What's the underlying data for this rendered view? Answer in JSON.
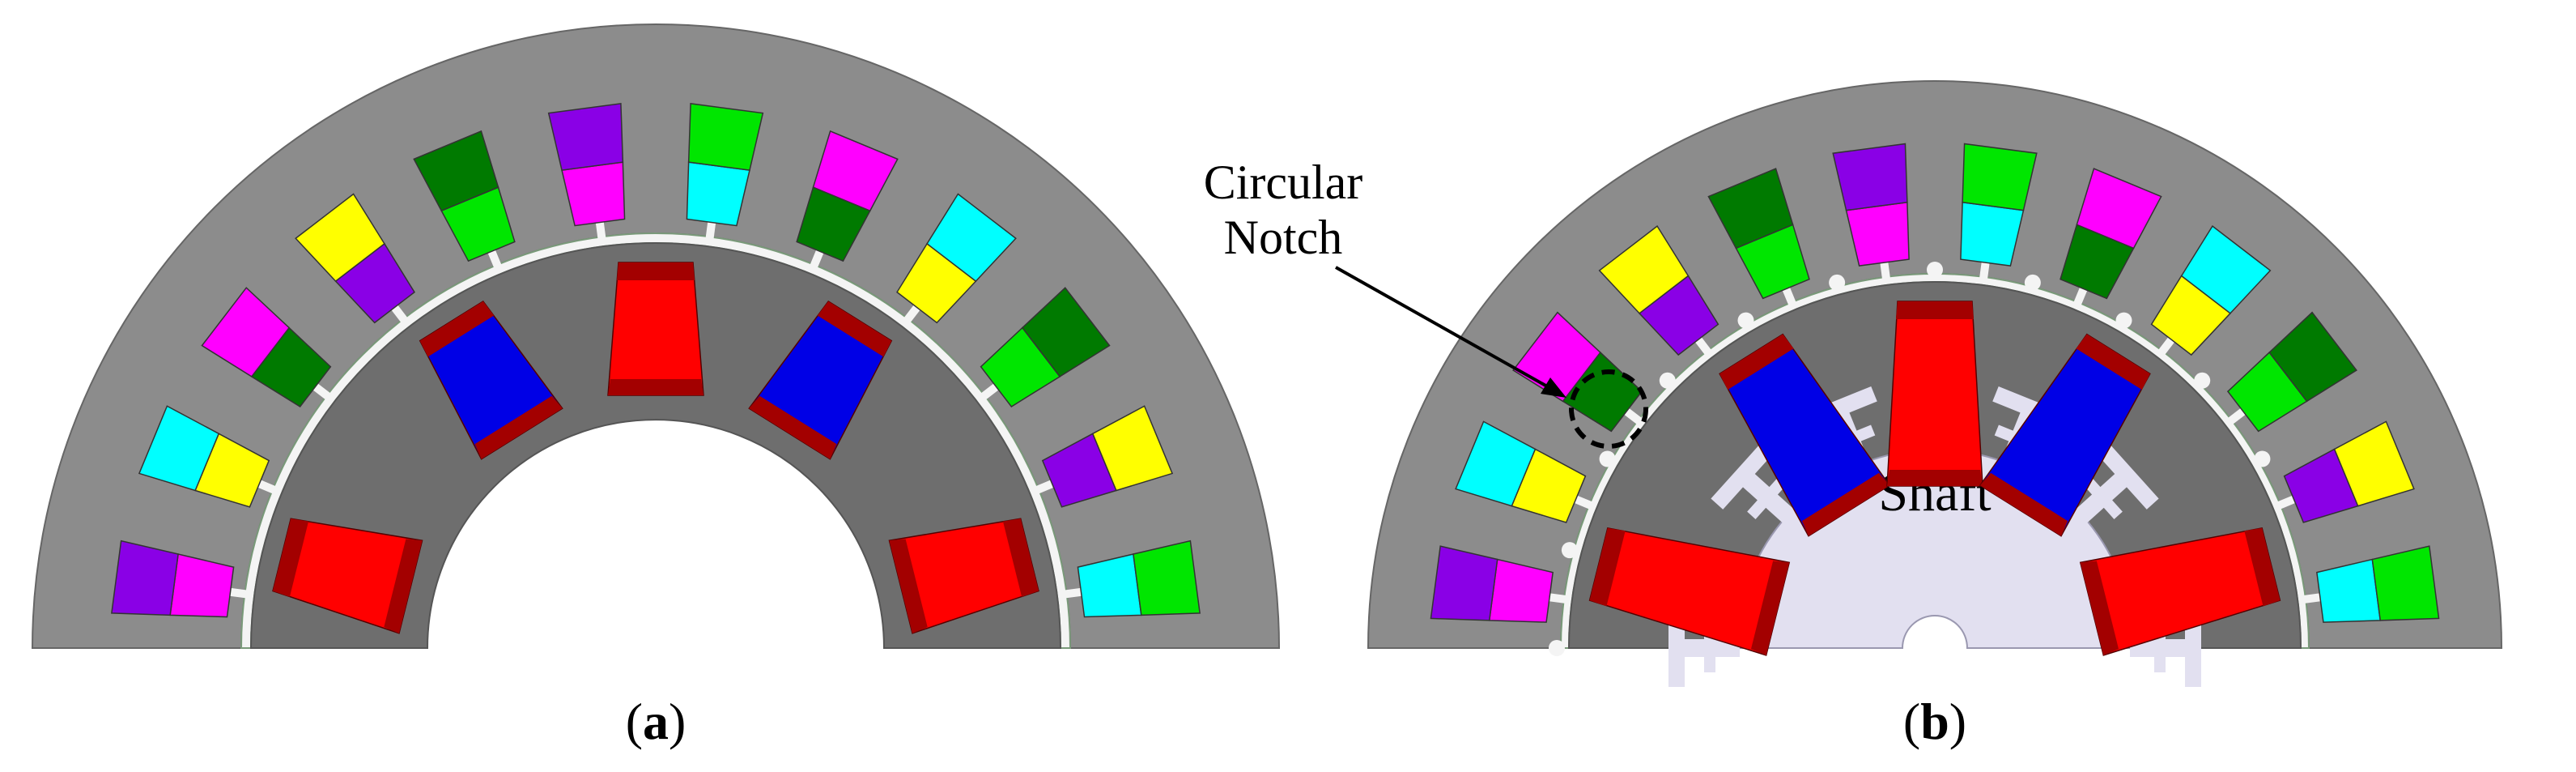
{
  "panels": [
    {
      "id": "a",
      "label_open": "(",
      "label_letter": "a",
      "label_close": ")",
      "has_shaft": false,
      "has_notches": false
    },
    {
      "id": "b",
      "label_open": "(",
      "label_letter": "b",
      "label_close": ")",
      "has_shaft": true,
      "has_notches": true
    }
  ],
  "annotations": {
    "notch_line1": "Circular",
    "notch_line2": "Notch",
    "shaft": "Shaft"
  },
  "colors": {
    "stator": "#8c8c8c",
    "rotor": "#6e6e6e",
    "magnet_red": "#ff0000",
    "magnet_red_end": "#a30000",
    "magnet_blue": "#0000e6",
    "magnet_blue_end": "#a30000",
    "shaft": "#e2e0f0",
    "coil_magenta": "#ff00ff",
    "coil_purple": "#8a00e6",
    "coil_yellow": "#ffff00",
    "coil_cyan": "#00ffff",
    "coil_darkgreen": "#007a00",
    "coil_lightgreen": "#00e600"
  },
  "coil_sequence": [
    [
      "coil_magenta",
      "coil_purple"
    ],
    [
      "coil_yellow",
      "coil_cyan"
    ],
    [
      "coil_darkgreen",
      "coil_magenta"
    ],
    [
      "coil_purple",
      "coil_yellow"
    ],
    [
      "coil_lightgreen",
      "coil_darkgreen"
    ],
    [
      "coil_magenta",
      "coil_purple"
    ],
    [
      "coil_cyan",
      "coil_lightgreen"
    ],
    [
      "coil_darkgreen",
      "coil_magenta"
    ],
    [
      "coil_yellow",
      "coil_cyan"
    ],
    [
      "coil_lightgreen",
      "coil_darkgreen"
    ],
    [
      "coil_purple",
      "coil_yellow"
    ],
    [
      "coil_cyan",
      "coil_lightgreen"
    ]
  ],
  "magnet_sequence": [
    "magnet_red",
    "magnet_blue",
    "magnet_red",
    "magnet_blue",
    "magnet_red"
  ]
}
